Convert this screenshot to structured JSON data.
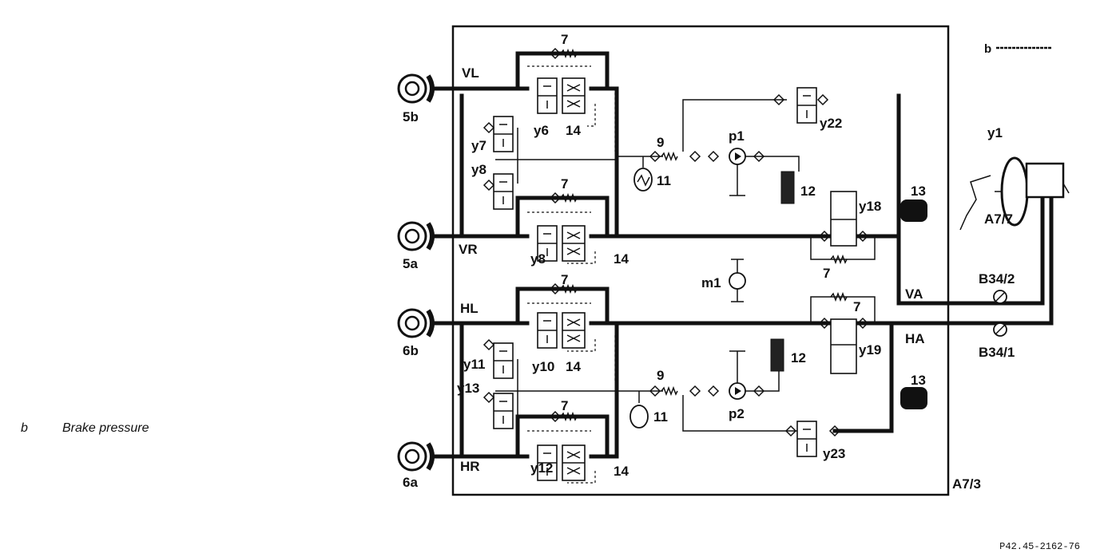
{
  "legend": {
    "key": "b",
    "text": "Brake pressure"
  },
  "header_key": {
    "key": "b"
  },
  "figure_code": "P42.45-2162-76",
  "labels": {
    "wheel_fl": "5b",
    "wheel_fr": "5a",
    "wheel_rl": "6b",
    "wheel_rr": "6a",
    "line_vl": "VL",
    "line_vr": "VR",
    "line_hl": "HL",
    "line_hr": "HR",
    "line_va": "VA",
    "line_ha": "HA",
    "unit": "A7/3",
    "booster": "A7/7",
    "booster_valve": "y1",
    "sensor_front": "B34/2",
    "sensor_rear": "B34/1",
    "motor": "m1",
    "pump_1": "p1",
    "pump_2": "p2",
    "valve_y6": "y6",
    "valve_y7": "y7",
    "valve_y8a": "y8",
    "valve_y8b": "y8",
    "valve_y10": "y10",
    "valve_y11": "y11",
    "valve_y12": "y12",
    "valve_y13": "y13",
    "valve_y18": "y18",
    "valve_y19": "y19",
    "valve_y22": "y22",
    "valve_y23": "y23",
    "n7_a": "7",
    "n7_b": "7",
    "n7_c": "7",
    "n7_d": "7",
    "n7_e": "7",
    "n7_f": "7",
    "n9_a": "9",
    "n9_b": "9",
    "n11_a": "11",
    "n11_b": "11",
    "n12_a": "12",
    "n12_b": "12",
    "n13_a": "13",
    "n13_b": "13",
    "n14_a": "14",
    "n14_b": "14",
    "n14_c": "14",
    "n14_d": "14"
  }
}
